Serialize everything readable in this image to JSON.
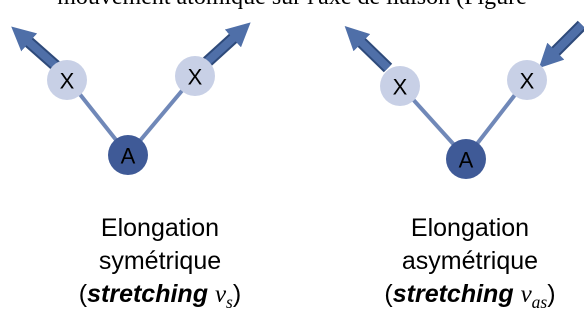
{
  "top_text": "mouvement atomique sur l'axe de liaison (Figure",
  "atoms": {
    "x_label": "X",
    "a_label": "A"
  },
  "colors": {
    "arrow": "#4f6fa8",
    "arrow_edge": "#2e4a7a",
    "atom_x": "#c8d0e6",
    "atom_a": "#3f5a97",
    "bond": "#7088b8"
  },
  "captions": {
    "symmetric": {
      "line1": "Elongation",
      "line2": "symétrique",
      "paren_open": "(",
      "stretching": "stretching",
      "nu": "ν",
      "sub": "s",
      "paren_close": ")"
    },
    "asymmetric": {
      "line1": "Elongation",
      "line2": "asymétrique",
      "paren_open": "(",
      "stretching": "stretching",
      "nu": "ν",
      "sub": "as",
      "paren_close": ")"
    }
  }
}
